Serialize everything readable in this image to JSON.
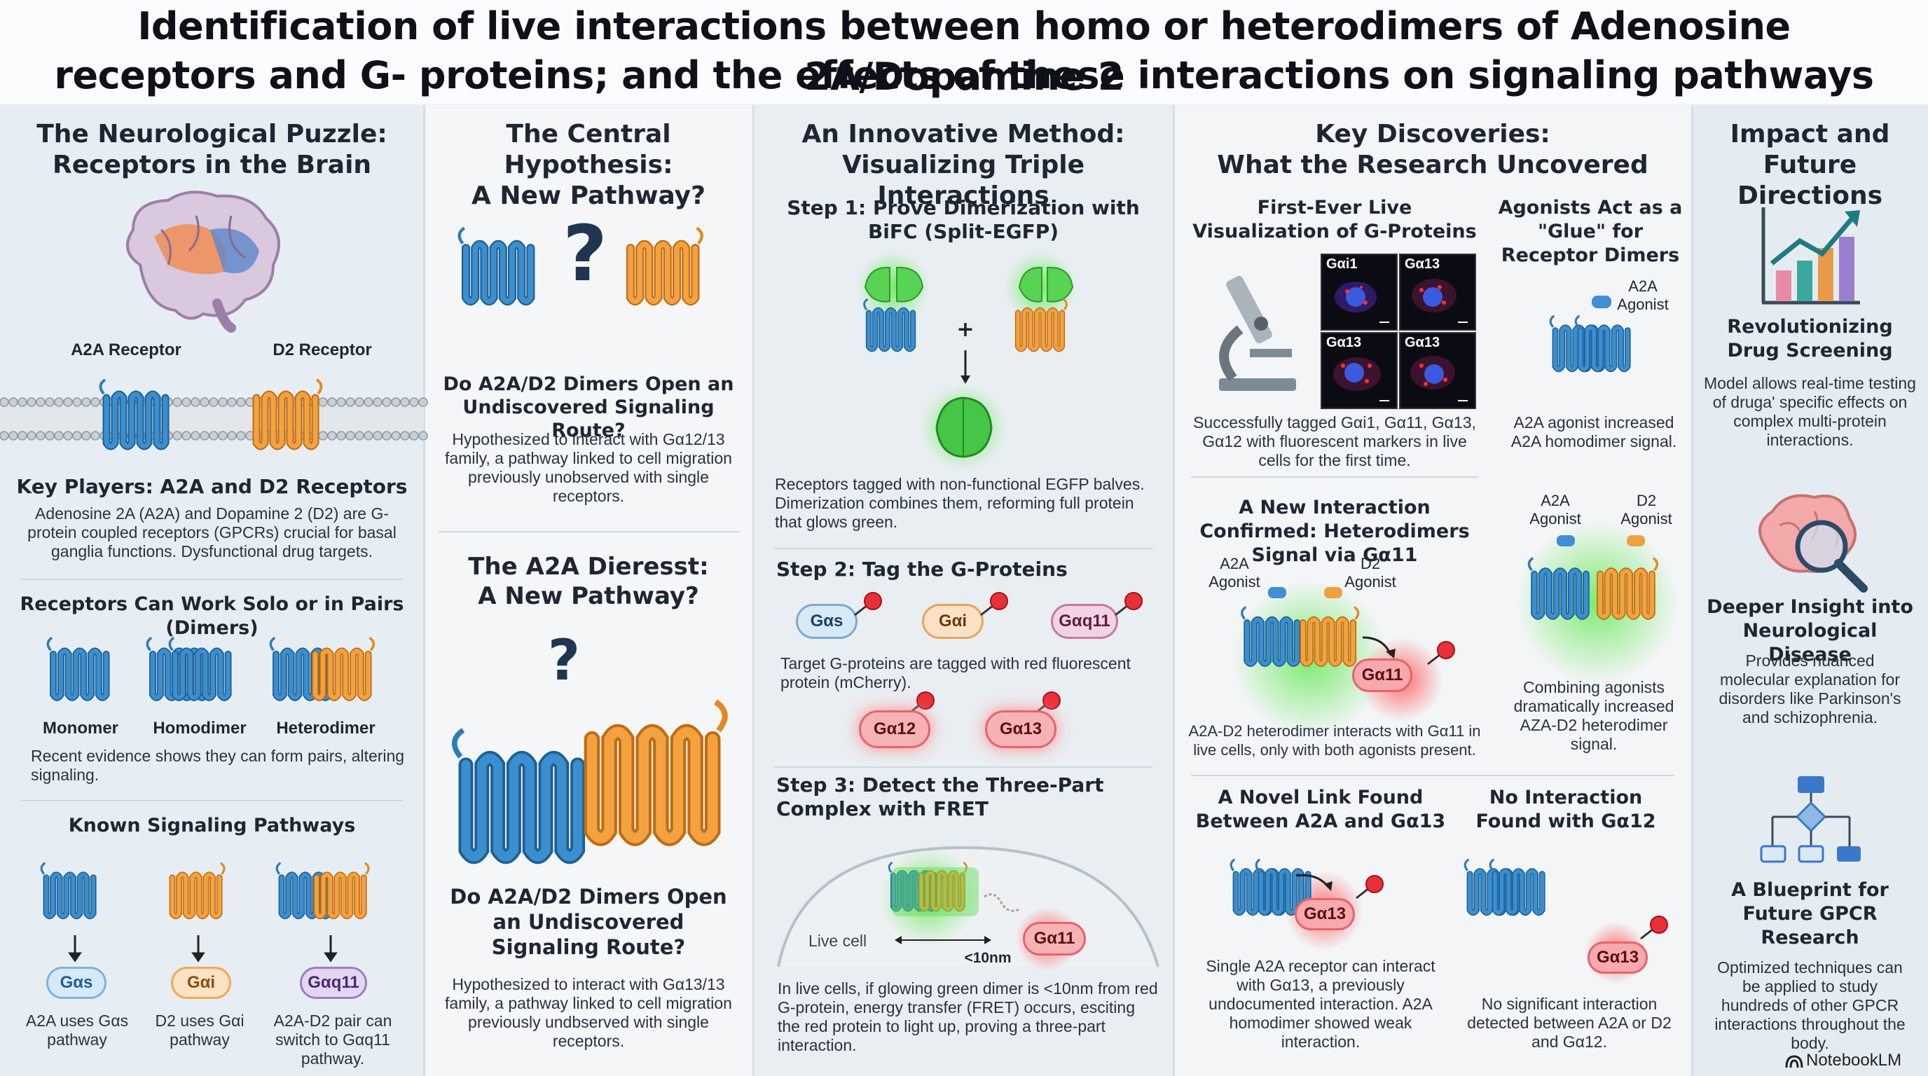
{
  "title": {
    "line1": "Identification of live interactions between homo or heterodimers of Adenosine 2A/Dopamine 2",
    "line2": "receptors and G- proteins; and the effects of these interactions on signaling pathways"
  },
  "col1": {
    "heading_line1": "The Neurological Puzzle:",
    "heading_line2": "Receptors in the Brain",
    "a2a_label": "A2A Receptor",
    "d2_label": "D2 Receptor",
    "key_players_title": "Key Players: A2A and D2 Receptors",
    "key_players_text": "Adenosine 2A (A2A) and Dopamine 2 (D2) are G-protein coupled receptors (GPCRs) crucial for basal ganglia functions. Dysfunctional drug targets.",
    "solo_pairs_title": "Receptors Can Work Solo or in Pairs (Dimers)",
    "monomer": "Monomer",
    "homodimer": "Homodimer",
    "heterodimer": "Heterodimer",
    "solo_pairs_text": "Recent evidence shows they can form pairs, altering signaling.",
    "pathways_title": "Known Signaling Pathways",
    "gas": "Gαs",
    "gai": "Gαi",
    "gaq11": "Gαq11",
    "path1": "A2A uses Gαs pathway",
    "path2": "D2 uses Gαi pathway",
    "path3": "A2A-D2 pair can switch to Gαq11 pathway."
  },
  "col2": {
    "heading_line1": "The Central Hypothesis:",
    "heading_line2": "A New Pathway?",
    "q1_title": "Do A2A/D2 Dimers Open an Undiscovered Signaling Route?",
    "q1_text": "Hypothesized to interact with Gα12/13 family, a pathway linked to cell migration previously unobserved with single receptors.",
    "sub_heading_line1": "The A2A Dieresst:",
    "sub_heading_line2": "A  New Pathway?",
    "q2_title": "Do A2A/D2 Dimers Open an Undiscovered Signaling Route?",
    "q2_text": "Hypothesized to interact with Gα13/13 family, a pathway linked to cell migration previously undbserved with single receptors."
  },
  "col3": {
    "heading_line1": "An Innovative Method:",
    "heading_line2": "Visualizing Triple Interactions",
    "step1_title": "Step 1: Prove Dimerization with BiFC (Split-EGFP)",
    "plus": "+",
    "step1_text": "Receptors tagged with non-functional EGFP balves. Dimerization combines them, reforming full protein that glows green.",
    "step2_title": "Step 2: Tag the G-Proteins",
    "gas": "Gαs",
    "gai": "Gαi",
    "gaq11": "Gαq11",
    "step2_text": "Target G-proteins are tagged with red fluorescent protein (mCherry).",
    "ga12": "Gα12",
    "ga13": "Gα13",
    "step3_title": "Step 3: Detect the Three-Part Complex with FRET",
    "live_cell": "Live cell",
    "ga11": "Gα11",
    "dist": "<10nm",
    "step3_text": "In live cells, if glowing green dimer is <10nm from red G-protein, energy transfer (FRET) occurs, esciting the red protein to light up, proving a three-part interaction."
  },
  "col4": {
    "heading_line1": "Key Discoveries:",
    "heading_line2": "What the Research Uncovered",
    "first_title": "First-Ever Live Visualization of G-Proteins",
    "micro1": "Gαi1",
    "micro2": "Gα13",
    "micro3": "Gα13",
    "micro4": "Gα13",
    "first_text": "Successfully tagged Gαi1, Gα11, Gα13, Gα12 with fluorescent markers in live cells for the first time.",
    "glue_title": "Agonists Act as a \"Glue\" for Receptor Dimers",
    "a2a_agonist": "A2A Agonist",
    "glue_text": "A2A agonist increased A2A homodimer signal.",
    "new_title": "A New Interaction Confirmed: Heterodimers Signal via Gα11",
    "d2_agonist": "D2 Agonist",
    "ga11": "Gα11",
    "new_text": "A2A-D2 heterodimer interacts with Gα11 in live cells, only with both agonists present.",
    "combine_text": "Combining agonists dramatically increased AZA-D2 heterodimer signal.",
    "link_title": "A Novel Link Found Between A2A and Gα13",
    "ga13": "Gα13",
    "link_text": "Single A2A receptor can interact with Gα13, a previously undocumented interaction. A2A homodimer showed weak interaction.",
    "none_title": "No Interaction Found with Gα12",
    "none_text": "No significant interaction detected between A2A or D2 and Gα12."
  },
  "col5": {
    "heading_line1": "Impact and",
    "heading_line2": "Future Directions",
    "rev_title": "Revolutionizing Drug Screening",
    "rev_text": "Model allows real-time testing of druga' specific effects on complex multi-protein interactions.",
    "insight_title": "Deeper Insight into Neurological Disease",
    "insight_text": "Provides nuanced molecular explanation for disorders like Parkinson's and schizophrenia.",
    "blueprint_title": "A Blueprint for Future GPCR Research",
    "blueprint_text": "Optimized techniques can be applied to study hundreds of other GPCR interactions throughout the body.",
    "brand": "NotebookLM"
  },
  "colors": {
    "blue_receptor": "#2f7db8",
    "orange_receptor": "#f09a36",
    "green_glow": "#4ccf4c",
    "red_tag": "#e8303a"
  }
}
